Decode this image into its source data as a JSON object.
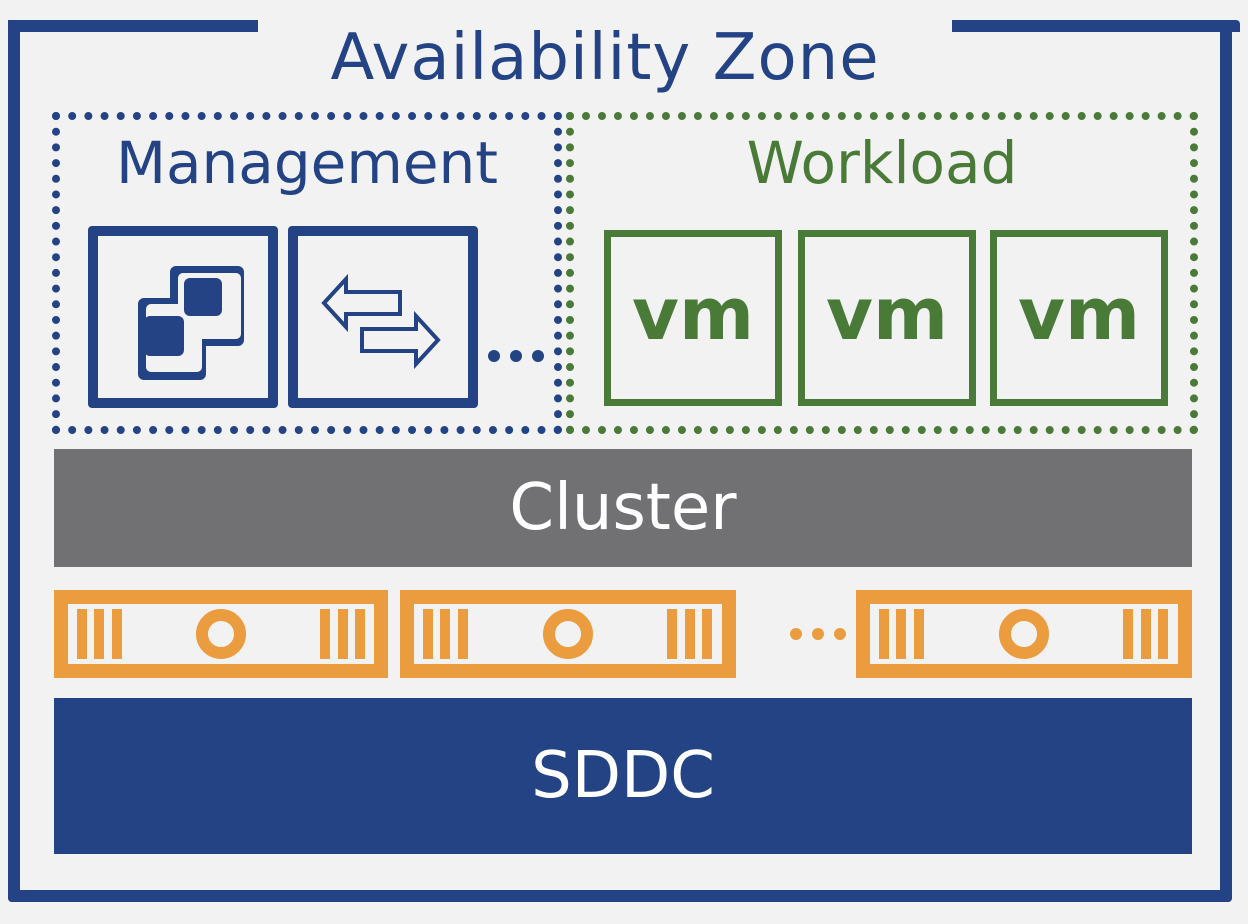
{
  "zone": {
    "title": "Availability Zone"
  },
  "management": {
    "title": "Management",
    "items": [
      {
        "icon": "vcenter-blocks-icon"
      },
      {
        "icon": "exchange-arrows-icon"
      }
    ],
    "ellipsis": "•••"
  },
  "workload": {
    "title": "Workload",
    "vms": [
      {
        "label": "vm"
      },
      {
        "label": "vm"
      },
      {
        "label": "vm"
      }
    ]
  },
  "cluster": {
    "label": "Cluster"
  },
  "hosts": {
    "count_visible": 3,
    "ellipsis": "•••",
    "icon": "server-host-icon"
  },
  "sddc": {
    "label": "SDDC"
  },
  "colors": {
    "navy": "#234385",
    "green": "#4a7a37",
    "gray": "#717073",
    "orange": "#eb9c3e",
    "background": "#f2f2f2"
  }
}
